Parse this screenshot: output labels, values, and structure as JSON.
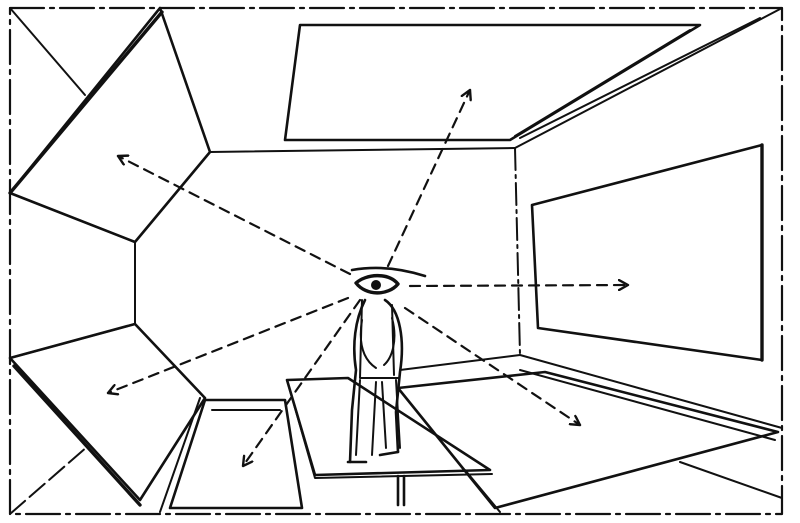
{
  "colors": {
    "ink": "#111111",
    "paper": "#ffffff"
  },
  "scene": {
    "subject": "observer-standing-on-table",
    "panel_count": 6,
    "sight_line_count": 6
  },
  "icons": {
    "eye": "eye-icon",
    "observer": "person-icon"
  }
}
